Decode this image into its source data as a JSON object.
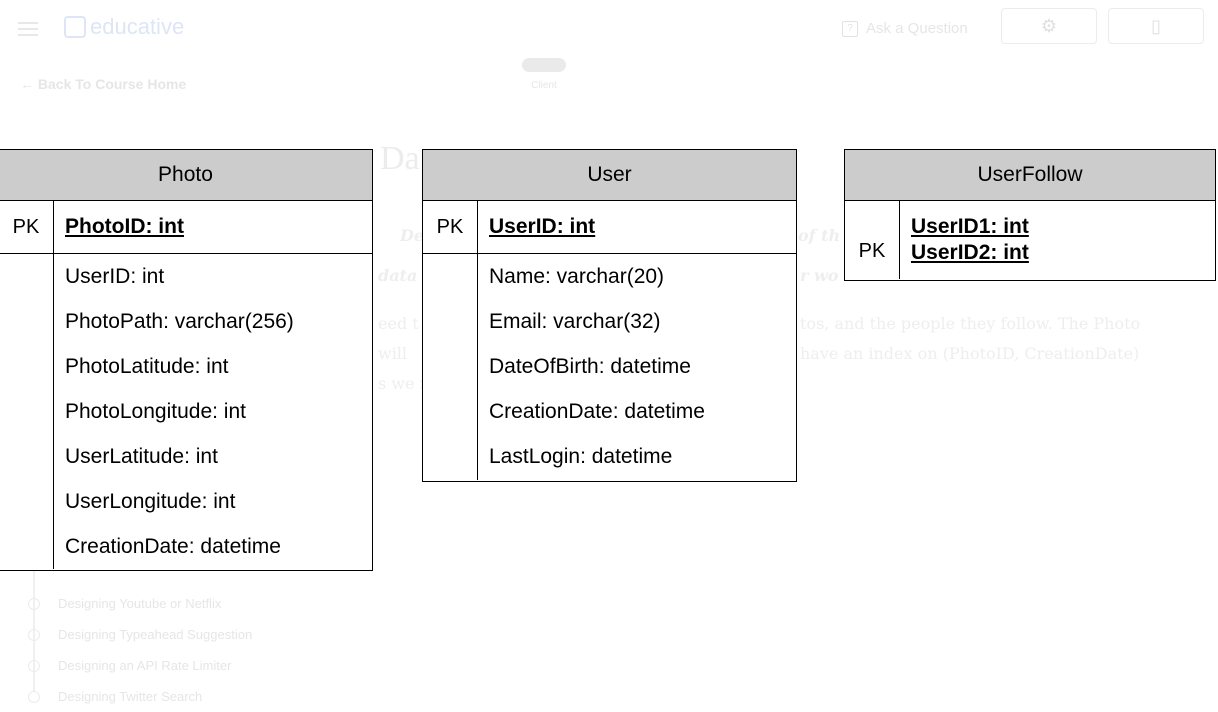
{
  "page": {
    "logo_text": "educative",
    "ask_label": "Ask a Question",
    "back_label": "Back To Course Home",
    "client_label": "Client",
    "section_title_fragment": "Da",
    "para_fragments": [
      {
        "text": "De",
        "italic": true
      },
      {
        "text": "of th",
        "italic": true
      },
      {
        "text": "data",
        "italic": true
      },
      {
        "text": "r wo",
        "italic": true
      },
      {
        "text": "eed t",
        "italic": false
      },
      {
        "text": "tos, and the people they follow. The Photo",
        "italic": false
      },
      {
        "text": "will",
        "italic": false
      },
      {
        "text": "have an index on (PhotoID, CreationDate)",
        "italic": false
      },
      {
        "text": "s we r",
        "italic": false
      }
    ],
    "nav_items": [
      "Designing Youtube or Netflix",
      "Designing Typeahead Suggestion",
      "Designing an API Rate Limiter",
      "Designing Twitter Search"
    ]
  },
  "schema": {
    "photo": {
      "name": "Photo",
      "pk_label": "PK",
      "keys": [
        "PhotoID: int"
      ],
      "fields": [
        "UserID: int",
        "PhotoPath: varchar(256)",
        "PhotoLatitude: int",
        "PhotoLongitude: int",
        "UserLatitude: int",
        "UserLongitude: int",
        "CreationDate: datetime"
      ]
    },
    "user": {
      "name": "User",
      "pk_label": "PK",
      "keys": [
        "UserID: int"
      ],
      "fields": [
        "Name: varchar(20)",
        "Email: varchar(32)",
        "DateOfBirth: datetime",
        "CreationDate: datetime",
        "LastLogin: datetime"
      ]
    },
    "userfollow": {
      "name": "UserFollow",
      "pk_label": "PK",
      "keys": [
        "UserID1: int",
        "UserID2: int"
      ],
      "fields": []
    }
  }
}
